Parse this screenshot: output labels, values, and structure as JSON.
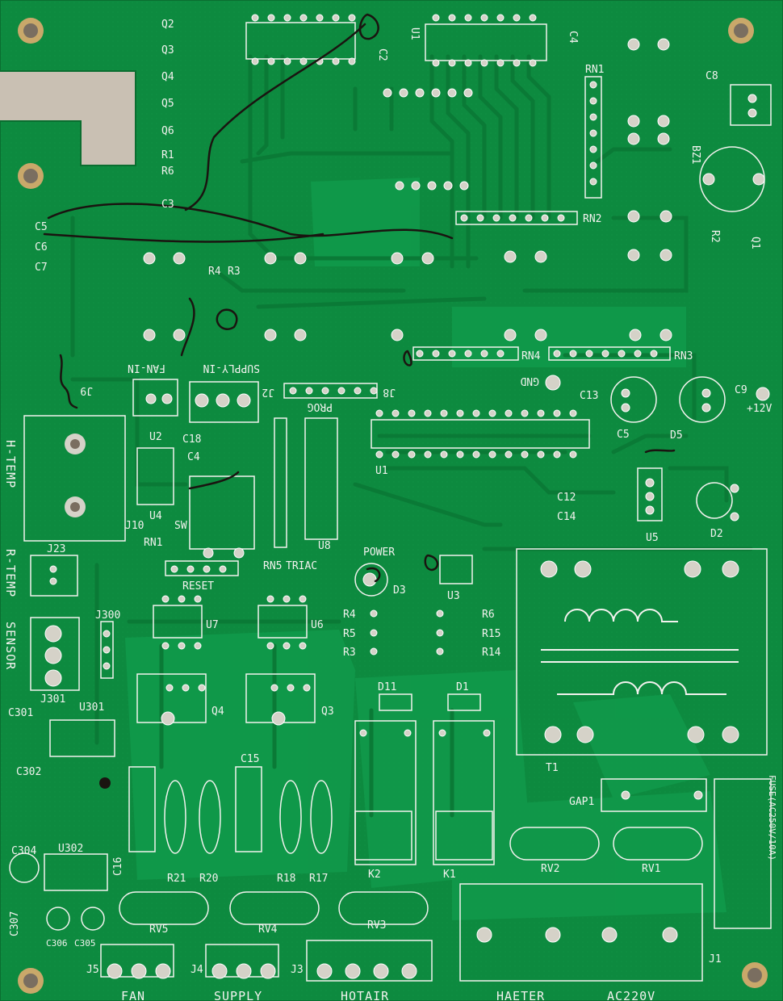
{
  "board": {
    "colors": {
      "substrate": "#c9c0b3",
      "solder_mask": "#0d8a3f",
      "trace": "#0a7a36",
      "silkscreen": "#f2f2ee",
      "pad": "#d5d2c8",
      "hole": "#7a6e60",
      "ink": "#1a1410"
    }
  },
  "labels": {
    "q2": "Q2",
    "q3": "Q3",
    "q4": "Q4",
    "q5": "Q5",
    "q6": "Q6",
    "r1": "R1",
    "r6": "R6",
    "c3": "C3",
    "c5": "C5",
    "c6": "C6",
    "c7": "C7",
    "c2": "C2",
    "u1_top": "U1",
    "c4_top": "C4",
    "rn1_top": "RN1",
    "c8": "C8",
    "bz1": "BZ1",
    "rn2": "RN2",
    "r2": "R2",
    "q1": "Q1",
    "r4": "R4",
    "r3": "R3",
    "rn4": "RN4",
    "rn3": "RN3",
    "supply_in": "SUPPLY-IN",
    "fan_in": "FAN-IN",
    "j9": "J9",
    "j2": "J2",
    "j8": "J8",
    "prog": "PROG",
    "gnd": "GND",
    "c13": "C13",
    "c9": "C9",
    "plus12v": "+12V",
    "h_temp": "H-TEMP",
    "r_temp": "R-TEMP",
    "sensor": "SENSOR",
    "u2": "U2",
    "c18": "C18",
    "c4_mid": "C4",
    "u1_mid": "U1",
    "c5_mid": "C5",
    "d5": "D5",
    "u4": "U4",
    "j10": "J10",
    "rn1_mid": "RN1",
    "sw": "SW",
    "c12": "C12",
    "c14": "C14",
    "u5": "U5",
    "d2": "D2",
    "j23": "J23",
    "reset": "RESET",
    "rn5": "RN5",
    "triac": "TRIAC",
    "u8": "U8",
    "power": "POWER",
    "d3": "D3",
    "u3": "U3",
    "r4b": "R4",
    "r5": "R5",
    "r3b": "R3",
    "r6b": "R6",
    "r15": "R15",
    "r14": "R14",
    "j300": "J300",
    "u7": "U7",
    "u6": "U6",
    "j301": "J301",
    "d11": "D11",
    "d1": "D1",
    "c301": "C301",
    "u301": "U301",
    "q4b": "Q4",
    "q3b": "Q3",
    "t1": "T1",
    "c15": "C15",
    "c302": "C302",
    "gap1": "GAP1",
    "c16": "C16",
    "r21": "R21",
    "r20": "R20",
    "r18": "R18",
    "r17": "R17",
    "k2": "K2",
    "k1": "K1",
    "rv2": "RV2",
    "rv1": "RV1",
    "fuse": "FUSE(AC250V/10A)",
    "c304": "C304",
    "u302": "U302",
    "rv5": "RV5",
    "rv4": "RV4",
    "rv3": "RV3",
    "c307": "C307",
    "c306": "C306",
    "c305": "C305",
    "j5": "J5",
    "j4": "J4",
    "j3": "J3",
    "j1": "J1",
    "fan": "FAN",
    "supply": "SUPPLY",
    "hotair": "HOTAIR",
    "heater": "HAETER",
    "ac220v": "AC220V"
  }
}
